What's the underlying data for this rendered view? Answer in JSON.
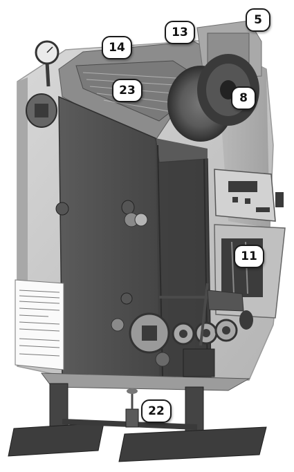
{
  "figure": {
    "callouts": {
      "c5": "5",
      "c13": "13",
      "c14": "14",
      "c23": "23",
      "c8": "8",
      "c11": "11",
      "c22": "22"
    },
    "colors": {
      "body_dark": "#4a4a4a",
      "body_mid": "#6b6b6b",
      "panel_light": "#c9c9c9",
      "frame": "#3a3a3a",
      "background": "#ffffff"
    }
  }
}
